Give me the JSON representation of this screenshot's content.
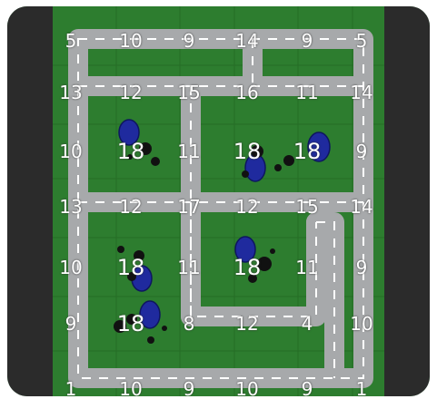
{
  "colors": {
    "frame": "#2e8b3a",
    "grass": "#236b22",
    "road": "#a7a9ab",
    "road_line": "#ffffff",
    "side": "#2b2b2b",
    "lake": "#1f2a9e",
    "rock": "#111111"
  },
  "board": {
    "rows": [
      [
        "5",
        "10",
        "9",
        "14",
        "9",
        "5"
      ],
      [
        "13",
        "12",
        "15",
        "16",
        "11",
        "14"
      ],
      [
        "10",
        "18",
        "11",
        "18",
        "18",
        "9"
      ],
      [
        "13",
        "12",
        "17",
        "12",
        "15",
        "14"
      ],
      [
        "10",
        "18",
        "11",
        "18",
        "11",
        "9"
      ],
      [
        "9",
        "18",
        "8",
        "12",
        "4",
        "10"
      ],
      [
        "1",
        "10",
        "9",
        "10",
        "9",
        "1"
      ]
    ]
  },
  "icons": {
    "lake": "lake-icon",
    "rock": "rock-cluster-icon"
  }
}
